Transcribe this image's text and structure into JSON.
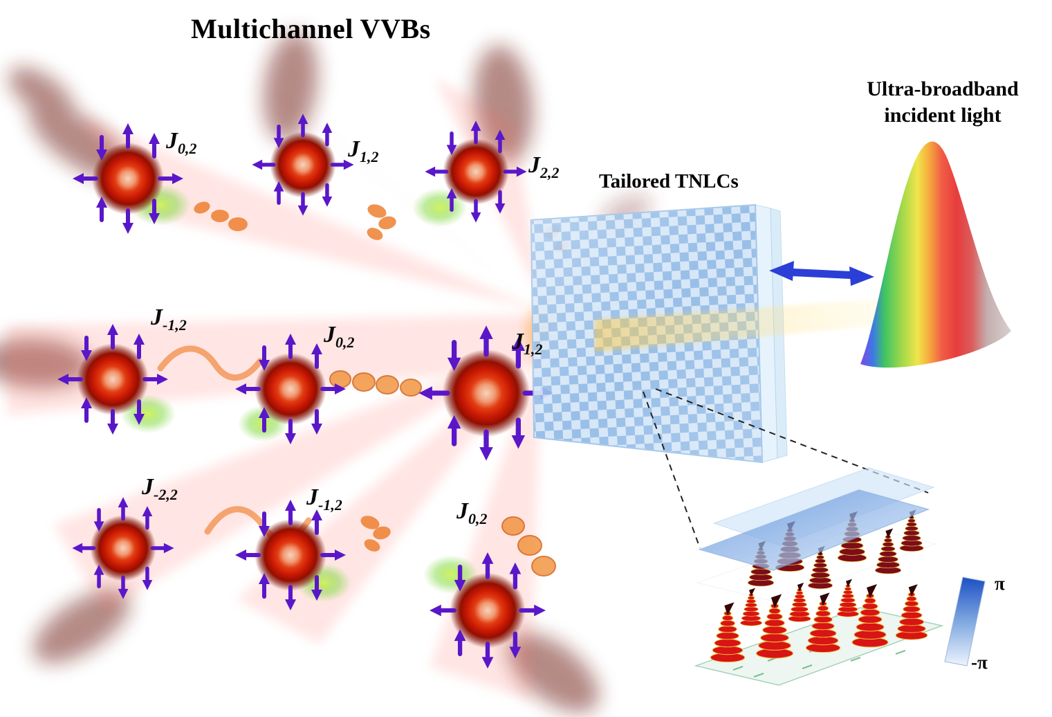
{
  "title": "Multichannel VVBs",
  "labels": {
    "incident": "Ultra-broadband incident light",
    "tnlc": "Tailored TNLCs"
  },
  "colorbar": {
    "top": "π",
    "bottom": "-π"
  },
  "beams": [
    {
      "symbol": "J",
      "sub": "0,2"
    },
    {
      "symbol": "J",
      "sub": "1,2"
    },
    {
      "symbol": "J",
      "sub": "2,2"
    },
    {
      "symbol": "J",
      "sub": "-1,2"
    },
    {
      "symbol": "J",
      "sub": "0,2"
    },
    {
      "symbol": "J",
      "sub": "1,2"
    },
    {
      "symbol": "J",
      "sub": "-2,2"
    },
    {
      "symbol": "J",
      "sub": "-1,2"
    },
    {
      "symbol": "J",
      "sub": "0,2"
    }
  ],
  "colors": {
    "beam_red": "#d81f04",
    "polarization_purple": "#5a17c9",
    "plate_blue": "#8fb9e6",
    "arrow_blue": "#2b3fd6",
    "lc_red": "#d81414"
  }
}
